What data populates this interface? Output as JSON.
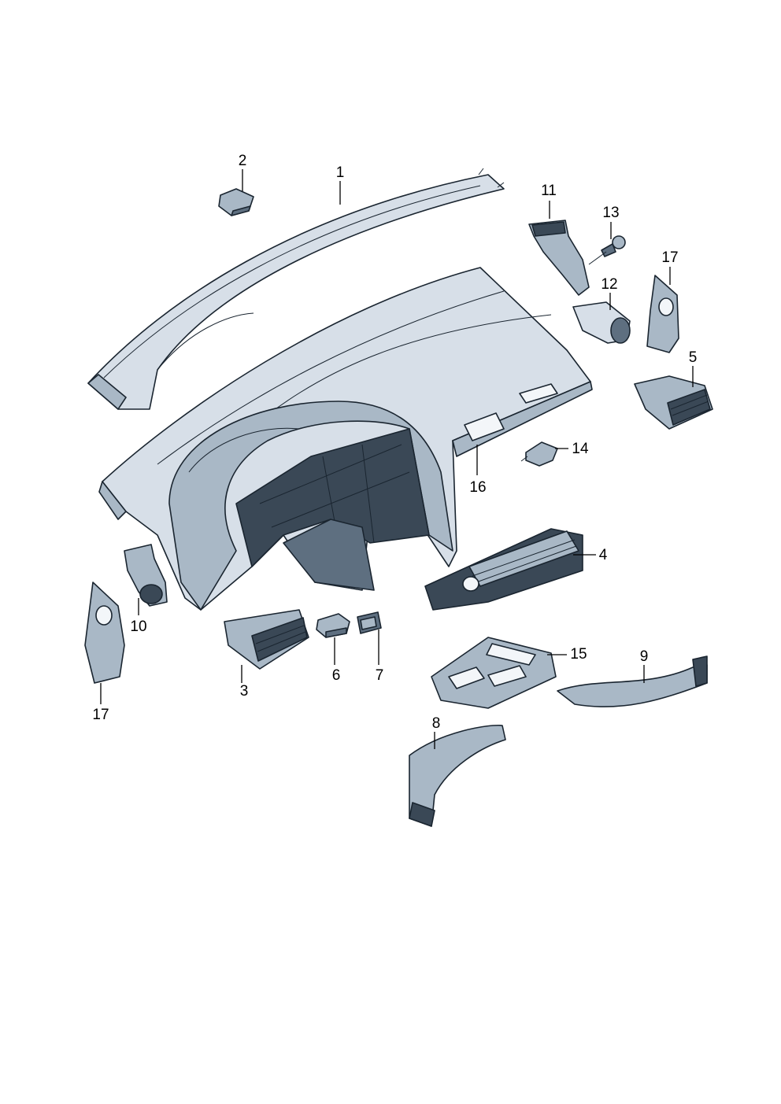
{
  "callouts": [
    {
      "id": "c1",
      "label": "1"
    },
    {
      "id": "c2",
      "label": "2"
    },
    {
      "id": "c3",
      "label": "3"
    },
    {
      "id": "c4",
      "label": "4"
    },
    {
      "id": "c5",
      "label": "5"
    },
    {
      "id": "c6",
      "label": "6"
    },
    {
      "id": "c7",
      "label": "7"
    },
    {
      "id": "c8",
      "label": "8"
    },
    {
      "id": "c9",
      "label": "9"
    },
    {
      "id": "c10",
      "label": "10"
    },
    {
      "id": "c11",
      "label": "11"
    },
    {
      "id": "c12",
      "label": "12"
    },
    {
      "id": "c13",
      "label": "13"
    },
    {
      "id": "c14",
      "label": "14"
    },
    {
      "id": "c15",
      "label": "15"
    },
    {
      "id": "c16",
      "label": "16"
    },
    {
      "id": "c17a",
      "label": "17"
    },
    {
      "id": "c17b",
      "label": "17"
    }
  ]
}
